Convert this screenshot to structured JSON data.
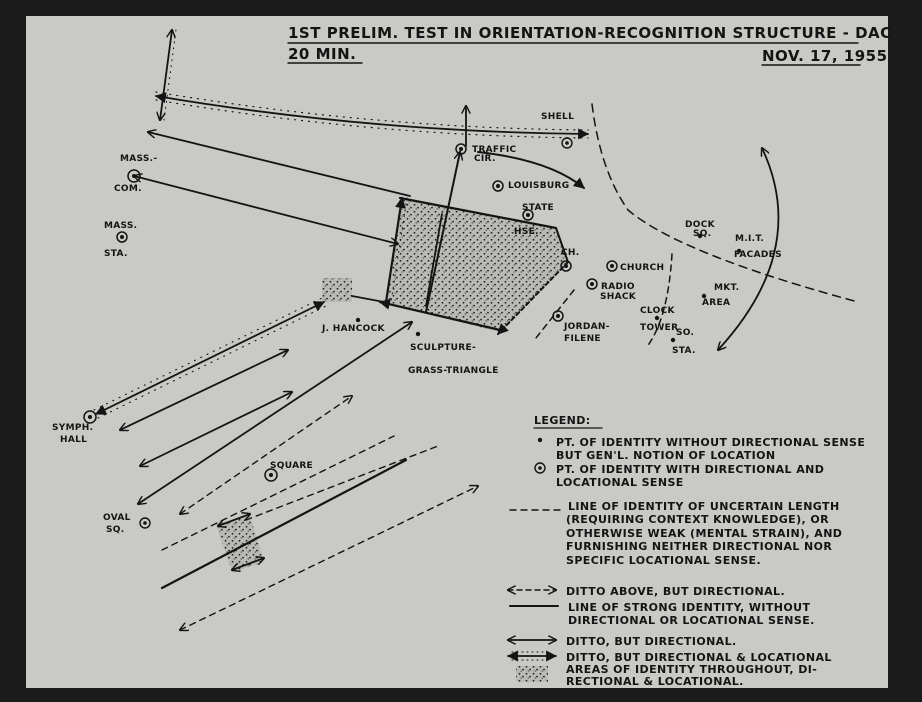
{
  "header": {
    "title_line1": "1st Prelim. Test in Orientation-Recognition Structure - DAC",
    "title_line2": "20 min.",
    "date": "Nov. 17, 1955"
  },
  "places": {
    "mass_com_1": "Mass.-",
    "mass_com_2": "Com.",
    "mass_sta_1": "Mass.",
    "mass_sta_2": "Sta.",
    "shell": "Shell",
    "traffic_1": "Traffic",
    "traffic_2": "Cir.",
    "louisburg": "Louisburg",
    "state_1": "State",
    "state_2": "Hse.",
    "dock_1": "Dock",
    "dock_2": "Sq.",
    "mit_1": "M.I.T.",
    "mit_2": "Facades",
    "ch": "Ch.",
    "church": "Church",
    "radio_1": "Radio",
    "radio_2": "Shack",
    "mkt_1": "Mkt.",
    "mkt_2": "Area",
    "clock_1": "Clock",
    "clock_2": "Tower",
    "so_sta_1": "So.",
    "so_sta_2": "Sta.",
    "jordan_1": "Jordan-",
    "jordan_2": "Filene",
    "hancock": "J. Hancock",
    "sculpture_1": "Sculpture-",
    "sculpture_2": "Grass-Triangle",
    "symph_1": "Symph.",
    "symph_2": "Hall",
    "square": "Square",
    "oval_1": "Oval",
    "oval_2": "Sq."
  },
  "legend": {
    "title": "Legend:",
    "items": [
      [
        "Pt. of identity without directional sense",
        "but gen'l. notion of location"
      ],
      [
        "Pt. of identity with directional and",
        "locational sense"
      ],
      [
        "Line of identity of uncertain length",
        "(requiring context knowledge), or",
        "otherwise weak (mental strain), and",
        "furnishing neither directional nor",
        "specific locational sense."
      ],
      [
        "Ditto above, but directional."
      ],
      [
        "Line of strong identity, without",
        "directional or locational sense."
      ],
      [
        "Ditto, but directional."
      ],
      [
        "Ditto, but directional & locational"
      ],
      [
        "Areas of identity throughout, di-",
        "rectional & locational."
      ]
    ]
  }
}
